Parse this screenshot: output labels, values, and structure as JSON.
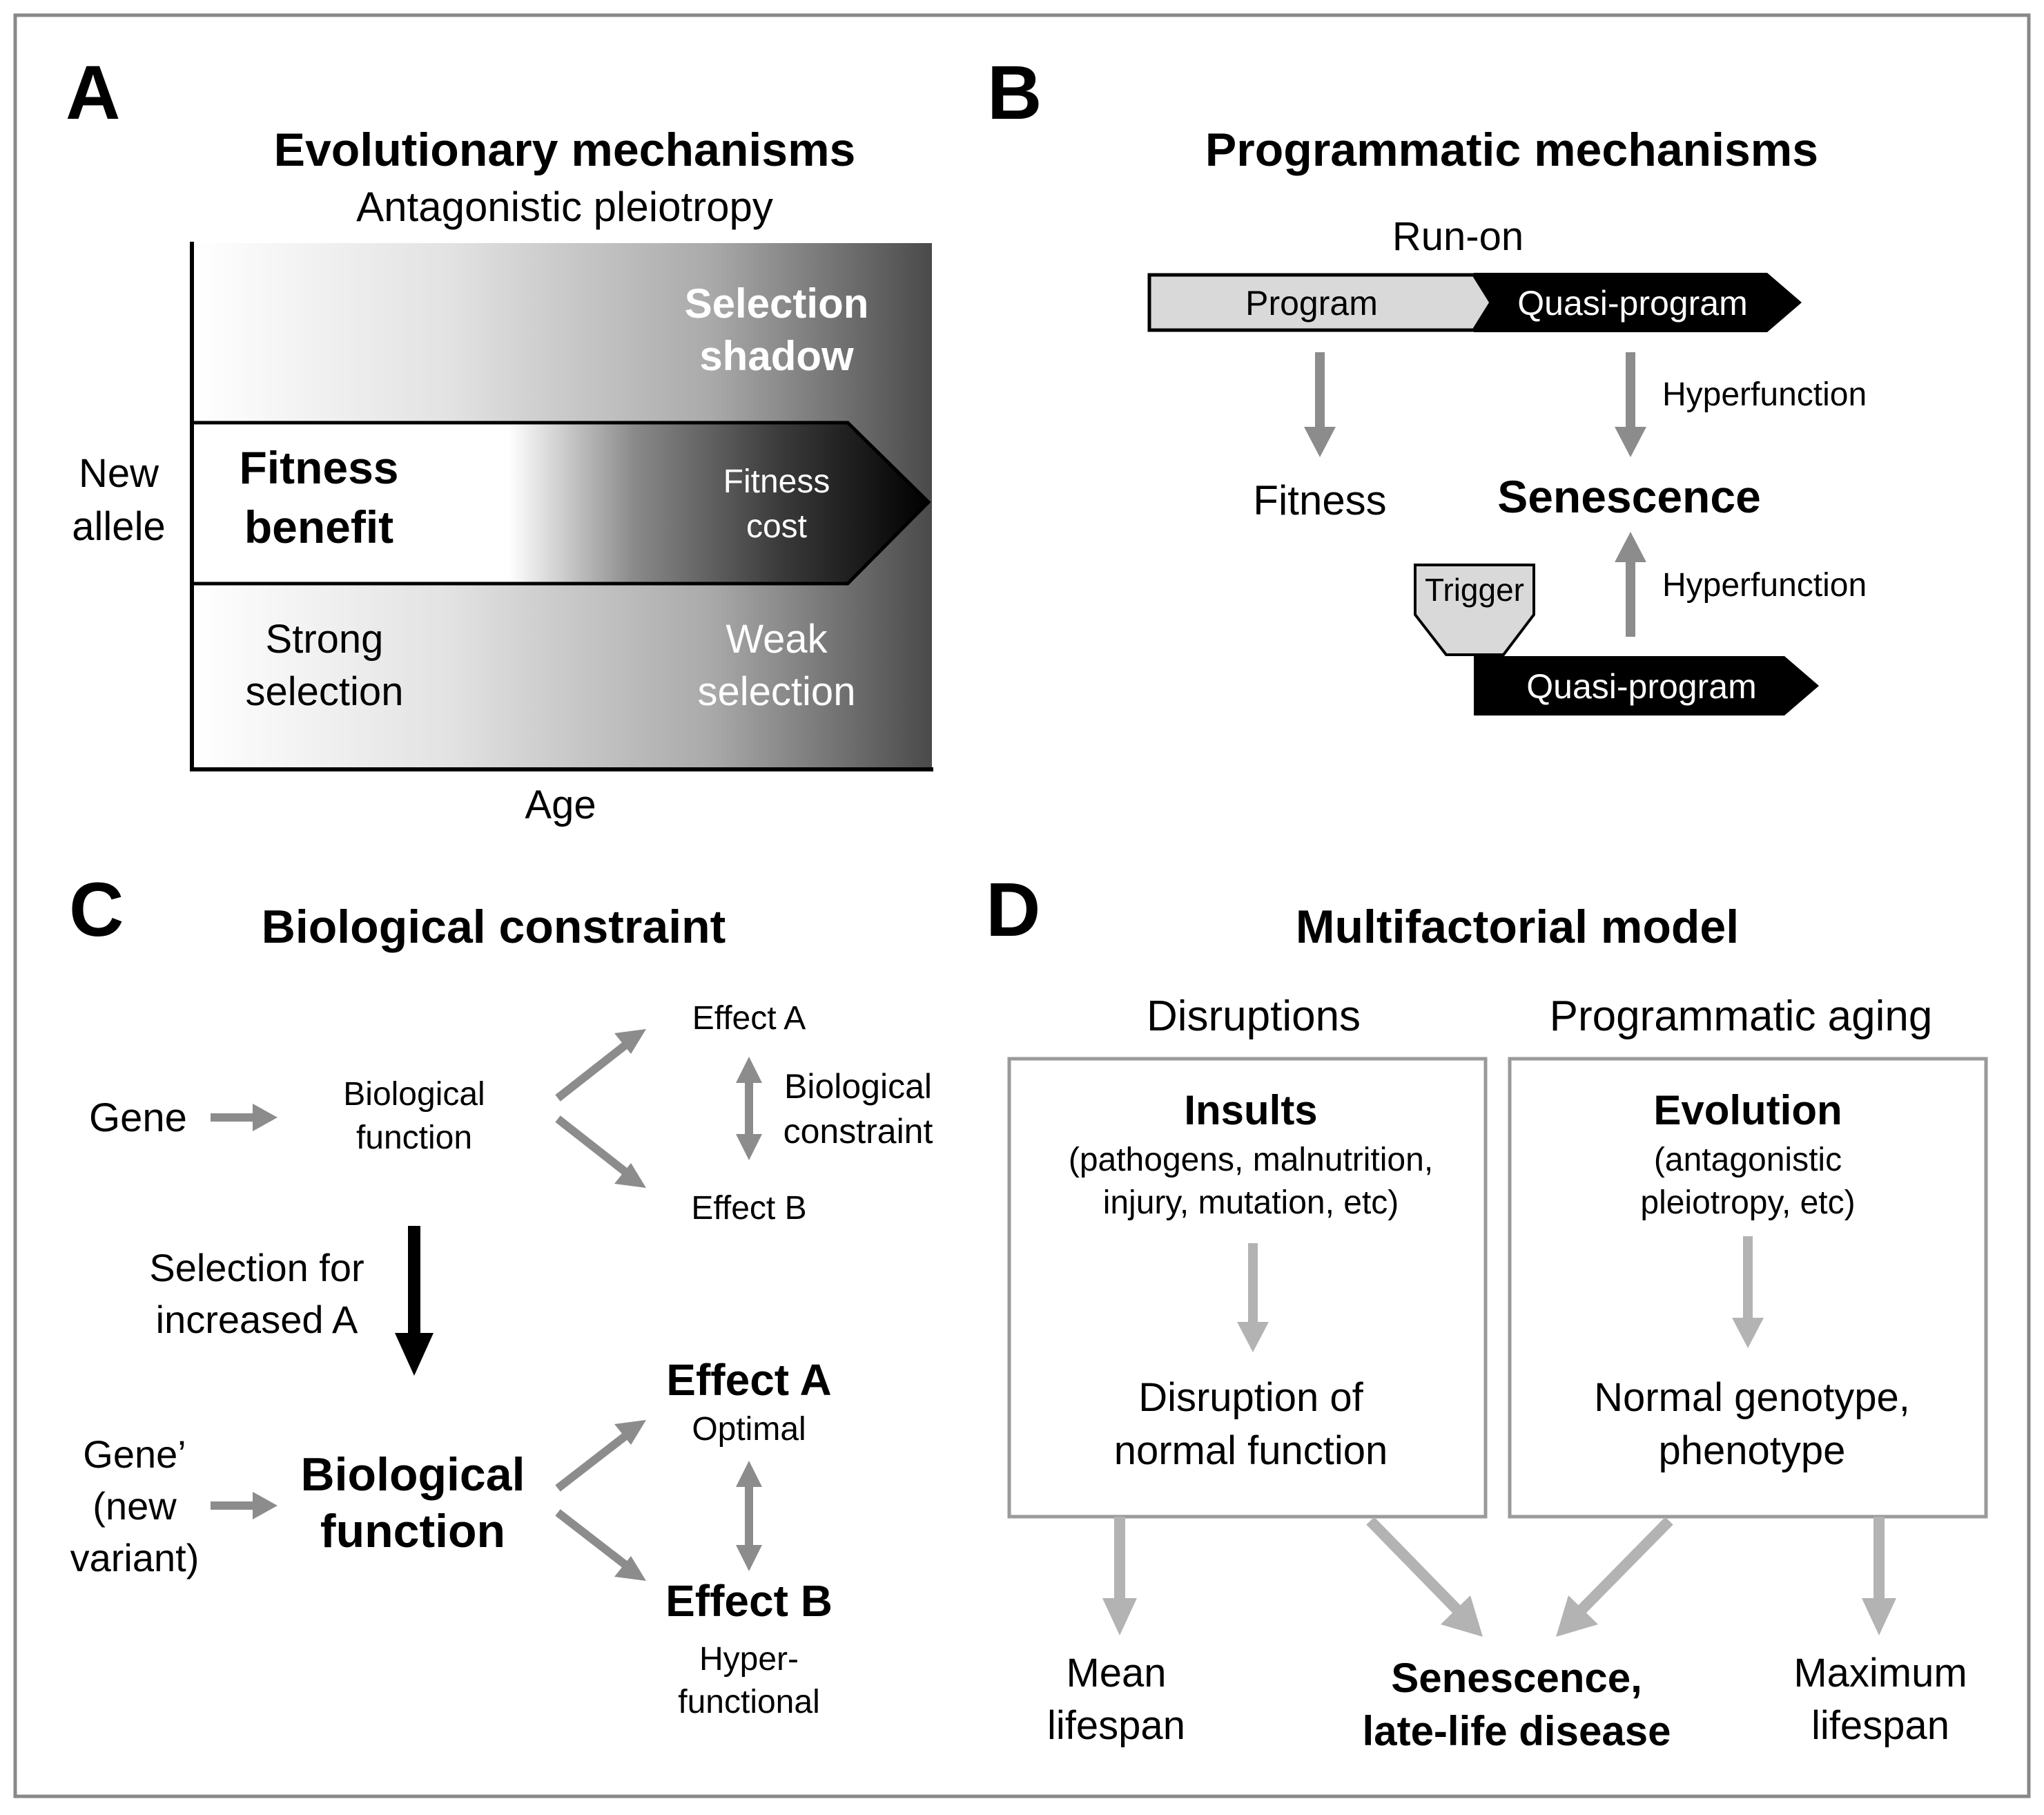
{
  "panelA": {
    "letter": "A",
    "title": "Evolutionary mechanisms",
    "subtitle": "Antagonistic pleiotropy",
    "shadow_line1": "Selection",
    "shadow_line2": "shadow",
    "allele_line1": "New",
    "allele_line2": "allele",
    "benefit_line1": "Fitness",
    "benefit_line2": "benefit",
    "cost_line1": "Fitness",
    "cost_line2": "cost",
    "strong_line1": "Strong",
    "strong_line2": "selection",
    "weak_line1": "Weak",
    "weak_line2": "selection",
    "xaxis": "Age"
  },
  "panelB": {
    "letter": "B",
    "title": "Programmatic mechanisms",
    "runon": "Run-on",
    "program": "Program",
    "quasi1": "Quasi-program",
    "hyper1": "Hyperfunction",
    "fitness": "Fitness",
    "senescence": "Senescence",
    "trigger": "Trigger",
    "hyper2": "Hyperfunction",
    "quasi2": "Quasi-program"
  },
  "panelC": {
    "letter": "C",
    "title": "Biological constraint",
    "gene": "Gene",
    "biofunc_line1": "Biological",
    "biofunc_line2": "function",
    "effectA": "Effect A",
    "effectB": "Effect B",
    "constraint_line1": "Biological",
    "constraint_line2": "constraint",
    "selection_line1": "Selection for",
    "selection_line2": "increased A",
    "gene2_line1": "Gene’",
    "gene2_line2": "(new",
    "gene2_line3": "variant)",
    "biofunc2_line1": "Biological",
    "biofunc2_line2": "function",
    "effectA2": "Effect A",
    "optimal": "Optimal",
    "effectB2": "Effect B",
    "hyperfunctional_line1": "Hyper-",
    "hyperfunctional_line2": "functional"
  },
  "panelD": {
    "letter": "D",
    "title": "Multifactorial model",
    "disruptions": "Disruptions",
    "programmatic": "Programmatic aging",
    "insults": "Insults",
    "insults_sub1": "(pathogens, malnutrition,",
    "insults_sub2": "injury, mutation, etc)",
    "disruption_line1": "Disruption of",
    "disruption_line2": "normal function",
    "evolution": "Evolution",
    "evolution_sub1": "(antagonistic",
    "evolution_sub2": "pleiotropy, etc)",
    "normal_line1": "Normal genotype,",
    "normal_line2": "phenotype",
    "mean_line1": "Mean",
    "mean_line2": "lifespan",
    "senescence_line1": "Senescence,",
    "senescence_line2": "late-life disease",
    "max_line1": "Maximum",
    "max_line2": "lifespan"
  }
}
